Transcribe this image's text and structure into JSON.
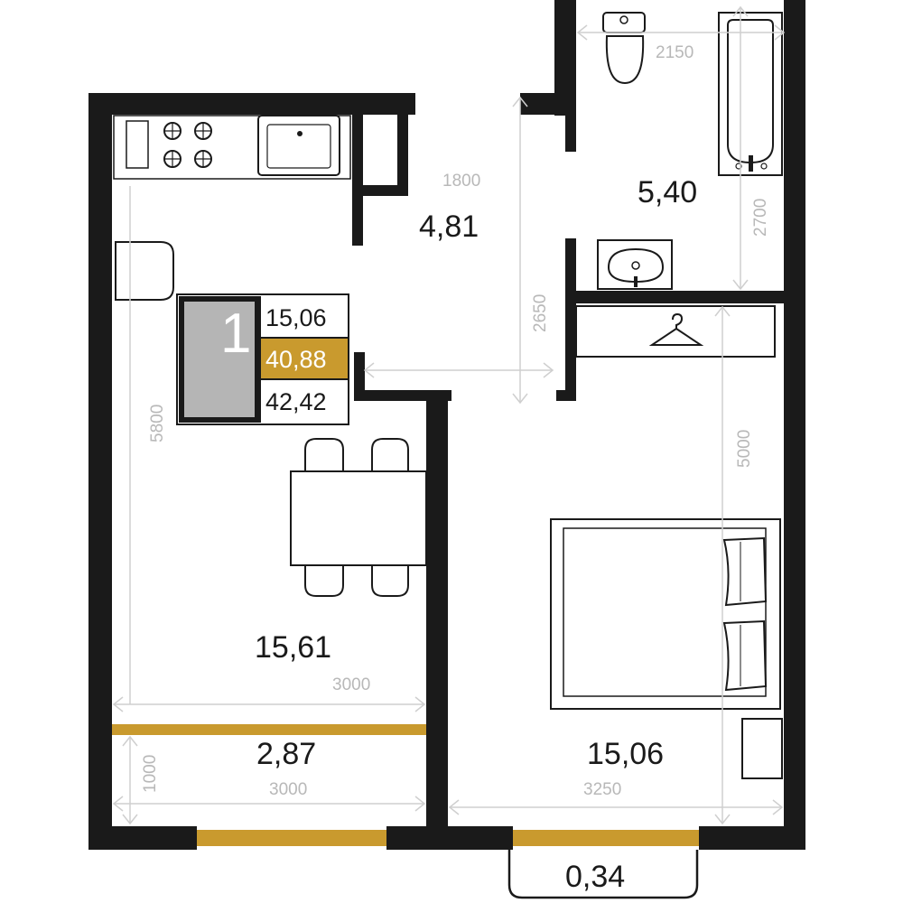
{
  "plan": {
    "room_count": "1",
    "info": {
      "living_area": "15,06",
      "total_area": "40,88",
      "total_with_balcony": "42,42"
    },
    "areas": {
      "hall": "4,81",
      "bathroom": "5,40",
      "kitchen_living": "15,61",
      "balcony": "2,87",
      "bedroom": "15,06",
      "window_ledge": "0,34"
    },
    "dimensions": {
      "hall_width": "1800",
      "hall_depth": "2650",
      "bath_width": "2150",
      "bath_depth": "2700",
      "kitchen_depth": "5800",
      "kitchen_width": "3000",
      "balcony_width": "3000",
      "balcony_depth": "1000",
      "bedroom_depth": "5000",
      "bedroom_width": "3250"
    },
    "colors": {
      "wall": "#1a1a1a",
      "accent": "#c99a2e",
      "badge": "#b5b5b5"
    }
  }
}
